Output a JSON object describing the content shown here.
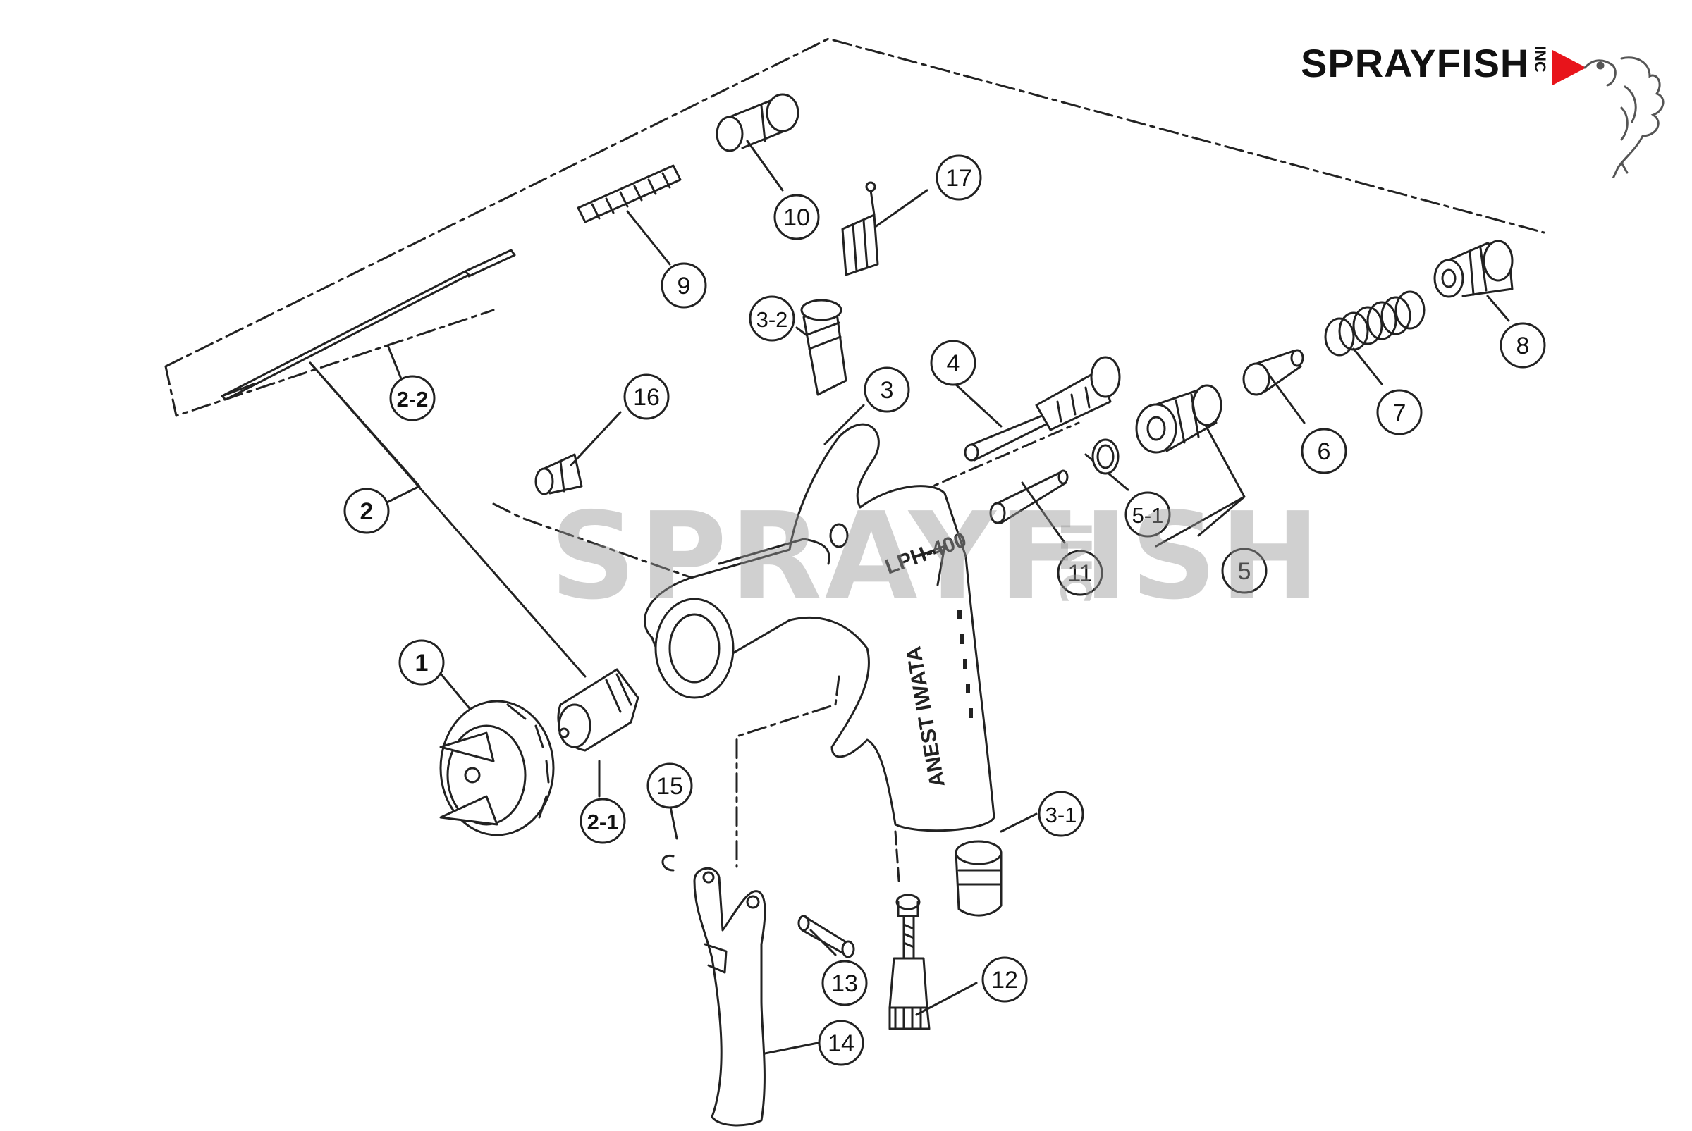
{
  "brand": {
    "name": "SPRAYFISH",
    "suffix": "INC",
    "accent_color": "#e8141b",
    "icon": "fish-icon"
  },
  "watermark": {
    "name": "SPRAYFISH",
    "suffix": "INC"
  },
  "gun_markings": {
    "model": "LPH-400",
    "maker": "ANEST IWATA"
  },
  "parts": [
    {
      "id": "p1",
      "label": "1"
    },
    {
      "id": "p2",
      "label": "2"
    },
    {
      "id": "p2_1",
      "label": "2-1"
    },
    {
      "id": "p2_2",
      "label": "2-2"
    },
    {
      "id": "p3",
      "label": "3"
    },
    {
      "id": "p3_1",
      "label": "3-1"
    },
    {
      "id": "p3_2",
      "label": "3-2"
    },
    {
      "id": "p4",
      "label": "4"
    },
    {
      "id": "p5",
      "label": "5"
    },
    {
      "id": "p5_1",
      "label": "5-1"
    },
    {
      "id": "p6",
      "label": "6"
    },
    {
      "id": "p7",
      "label": "7"
    },
    {
      "id": "p8",
      "label": "8"
    },
    {
      "id": "p9",
      "label": "9"
    },
    {
      "id": "p10",
      "label": "10"
    },
    {
      "id": "p11",
      "label": "11"
    },
    {
      "id": "p12",
      "label": "12"
    },
    {
      "id": "p13",
      "label": "13"
    },
    {
      "id": "p14",
      "label": "14"
    },
    {
      "id": "p15",
      "label": "15"
    },
    {
      "id": "p16",
      "label": "16"
    },
    {
      "id": "p17",
      "label": "17"
    }
  ]
}
